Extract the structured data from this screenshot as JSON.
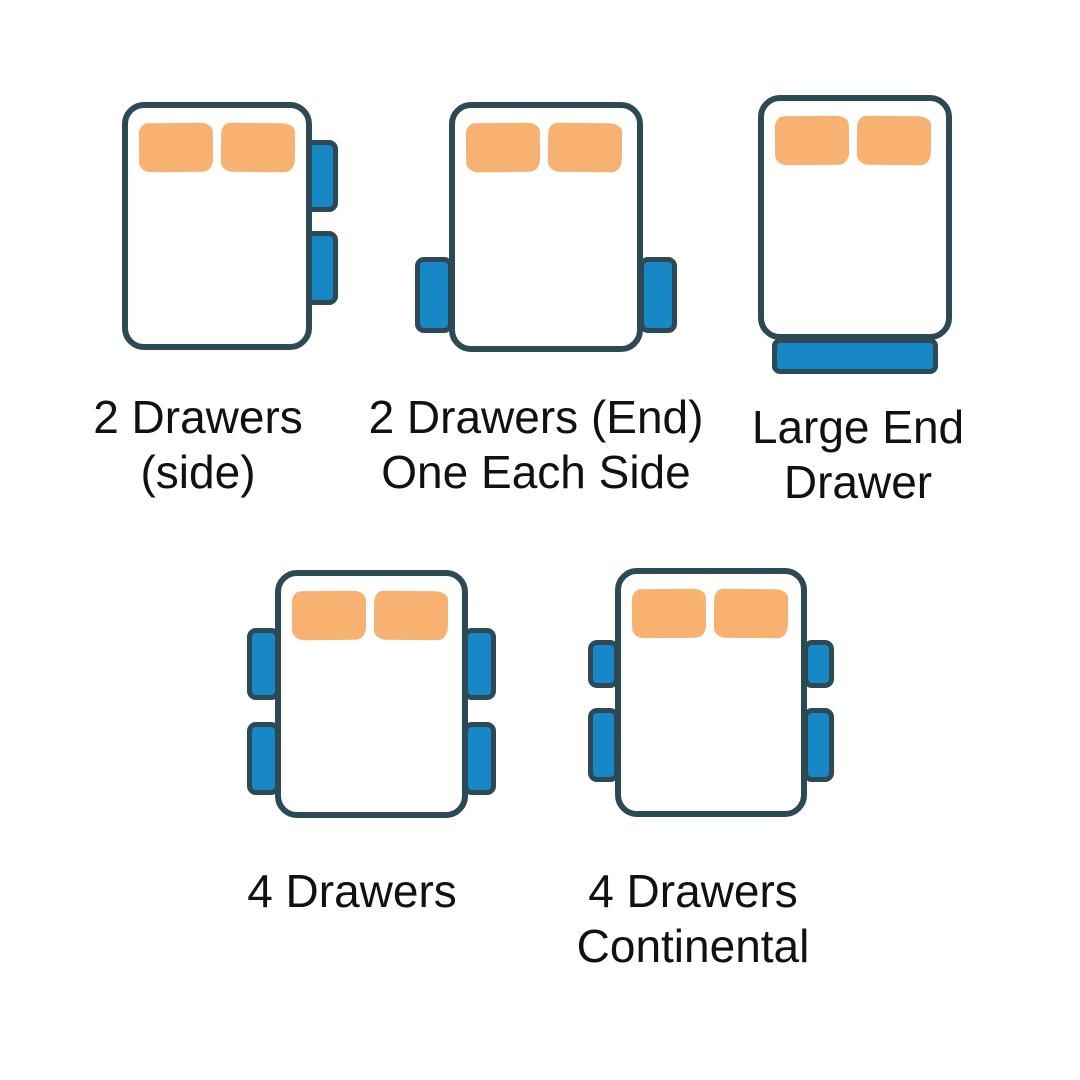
{
  "colors": {
    "background": "#ffffff",
    "outline": "#2d4956",
    "drawer": "#1787c6",
    "pillow": "#f7b170",
    "bed": "#ffffff",
    "text": "#111111"
  },
  "beds": [
    {
      "label_line1": "2 Drawers",
      "label_line2": "(side)",
      "pillow_count": 2,
      "drawer_count": 2,
      "drawer_layout": [
        "right-side-upper",
        "right-side-lower"
      ]
    },
    {
      "label_line1": "2 Drawers (End)",
      "label_line2": "One Each Side",
      "pillow_count": 2,
      "drawer_count": 2,
      "drawer_layout": [
        "left-side-foot-end",
        "right-side-foot-end"
      ]
    },
    {
      "label_line1": "Large End",
      "label_line2": "Drawer",
      "pillow_count": 2,
      "drawer_count": 1,
      "drawer_layout": [
        "foot-end-full-width"
      ]
    },
    {
      "label_line1": "4 Drawers",
      "pillow_count": 2,
      "drawer_count": 4,
      "drawer_layout": [
        "left-upper",
        "left-lower",
        "right-upper",
        "right-lower"
      ]
    },
    {
      "label_line1": "4 Drawers",
      "label_line2": "Continental",
      "pillow_count": 2,
      "drawer_count": 4,
      "drawer_layout": [
        "left-small-upper",
        "left-large-lower",
        "right-small-upper",
        "right-large-lower"
      ]
    }
  ]
}
